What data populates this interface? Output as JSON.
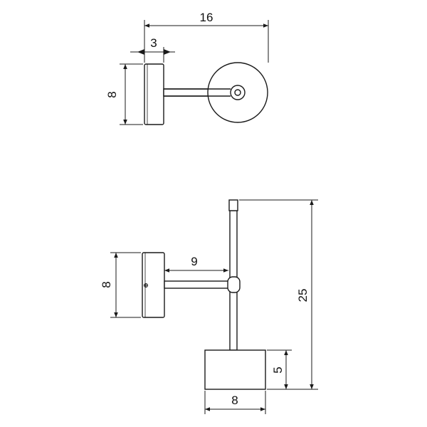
{
  "dimensions": {
    "top_total_width": "16",
    "top_base_depth": "3",
    "top_height": "8",
    "front_arm_length": "9",
    "front_base_height": "8",
    "front_total_height": "25",
    "front_shade_height": "5",
    "front_shade_width": "8"
  },
  "colors": {
    "line": "#1a1a1a",
    "background": "#ffffff"
  }
}
